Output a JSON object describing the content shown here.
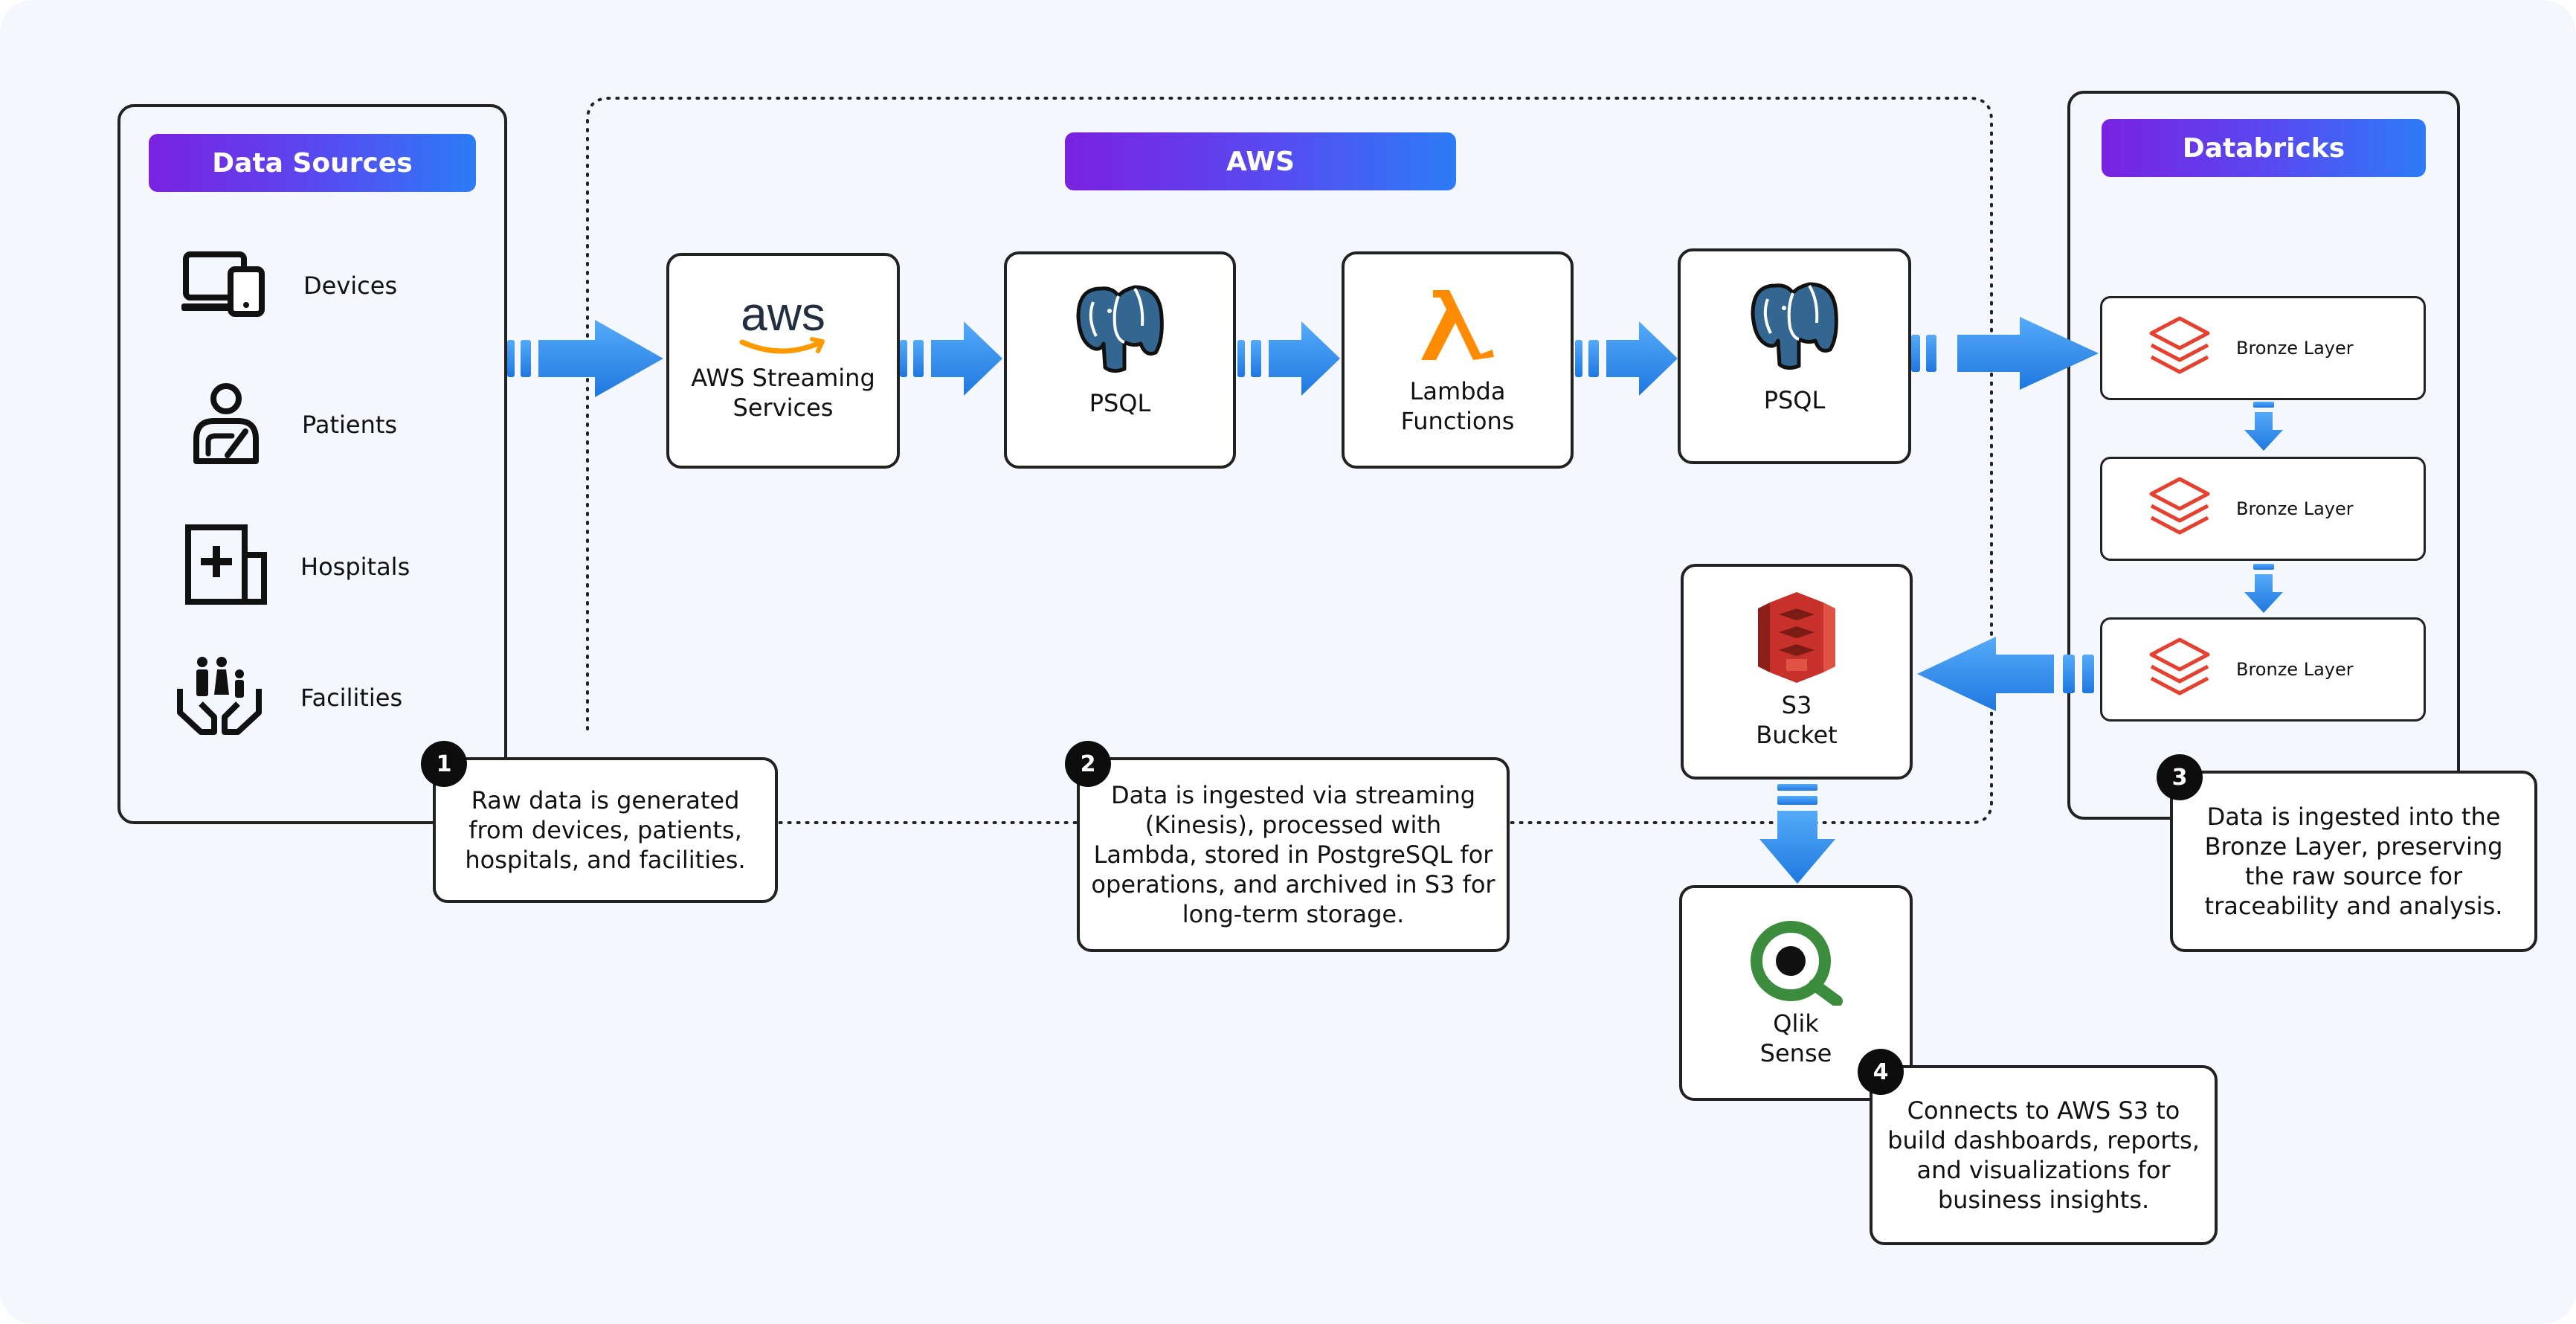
{
  "groups": {
    "data_sources": "Data Sources",
    "aws": "AWS",
    "databricks": "Databricks"
  },
  "sources": [
    {
      "label": "Devices",
      "icon": "devices-icon"
    },
    {
      "label": "Patients",
      "icon": "patient-icon"
    },
    {
      "label": "Hospitals",
      "icon": "hospital-icon"
    },
    {
      "label": "Facilities",
      "icon": "family-care-icon"
    }
  ],
  "nodes": {
    "aws_streaming": {
      "logo": "aws",
      "label": "AWS Streaming Services"
    },
    "psql_1": {
      "label": "PSQL"
    },
    "lambda": {
      "label": "Lambda Functions"
    },
    "psql_2": {
      "label": "PSQL"
    },
    "s3": {
      "label": "S3 Bucket"
    },
    "qlik": {
      "label": "Qlik Sense"
    }
  },
  "layers": [
    "Bronze Layer",
    "Bronze Layer",
    "Bronze Layer"
  ],
  "notes": [
    {
      "number": "1",
      "text": "Raw data is generated from devices, patients, hospitals, and facilities."
    },
    {
      "number": "2",
      "text": "Data is ingested via streaming (Kinesis), processed with Lambda, stored in PostgreSQL for operations, and archived in S3 for long-term storage."
    },
    {
      "number": "3",
      "text": "Data is ingested into the Bronze Layer, preserving the raw source for traceability and analysis."
    },
    {
      "number": "4",
      "text": "Connects to AWS S3 to build dashboards, reports, and visualizations for business insights."
    }
  ],
  "colors": {
    "background": "#f4f7fe",
    "pill_gradient_start": "#7a22e0",
    "pill_gradient_end": "#2c7cf6",
    "arrow": "#2b8bf0",
    "aws_orange": "#ff9900",
    "postgres_blue": "#336791",
    "s3_red": "#c8312b",
    "databricks_red": "#e8402f",
    "qlik_green": "#3b8c3d"
  }
}
